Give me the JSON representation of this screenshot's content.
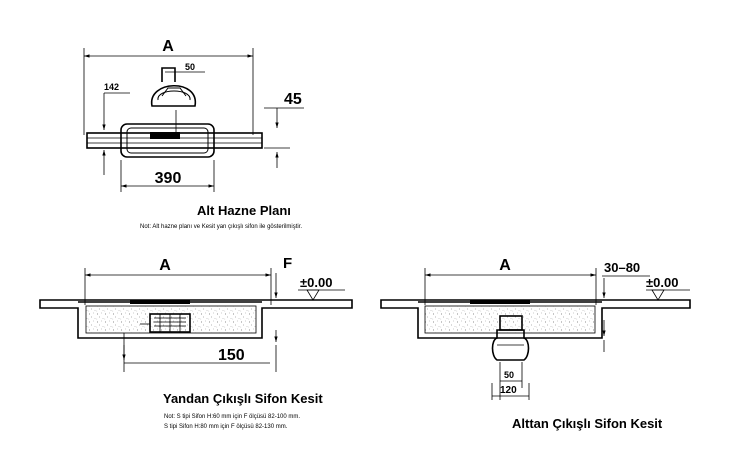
{
  "top_view": {
    "dim_A": "A",
    "dim_50": "50",
    "dim_142": "142",
    "dim_45": "45",
    "dim_390": "390",
    "title": "Alt Hazne Planı",
    "note": "Not: Alt hazne planı ve Kesit  yan çıkışlı sifon ile gösterilmiştir."
  },
  "side_outlet": {
    "dim_A": "A",
    "dim_F": "F",
    "level": "±0.00",
    "dim_150": "150",
    "title": "Yandan Çıkışlı Sifon Kesit",
    "note_1": "Not: S tipi Sifon H:60 mm için F ölçüsü 82-100 mm.",
    "note_2": "S tipi Sifon H:80 mm için F ölçüsü 82-130 mm."
  },
  "bottom_outlet": {
    "dim_A": "A",
    "dim_range": "30–80",
    "level": "±0.00",
    "dim_50": "50",
    "dim_120": "120",
    "title": "Alttan Çıkışlı Sifon Kesit"
  }
}
